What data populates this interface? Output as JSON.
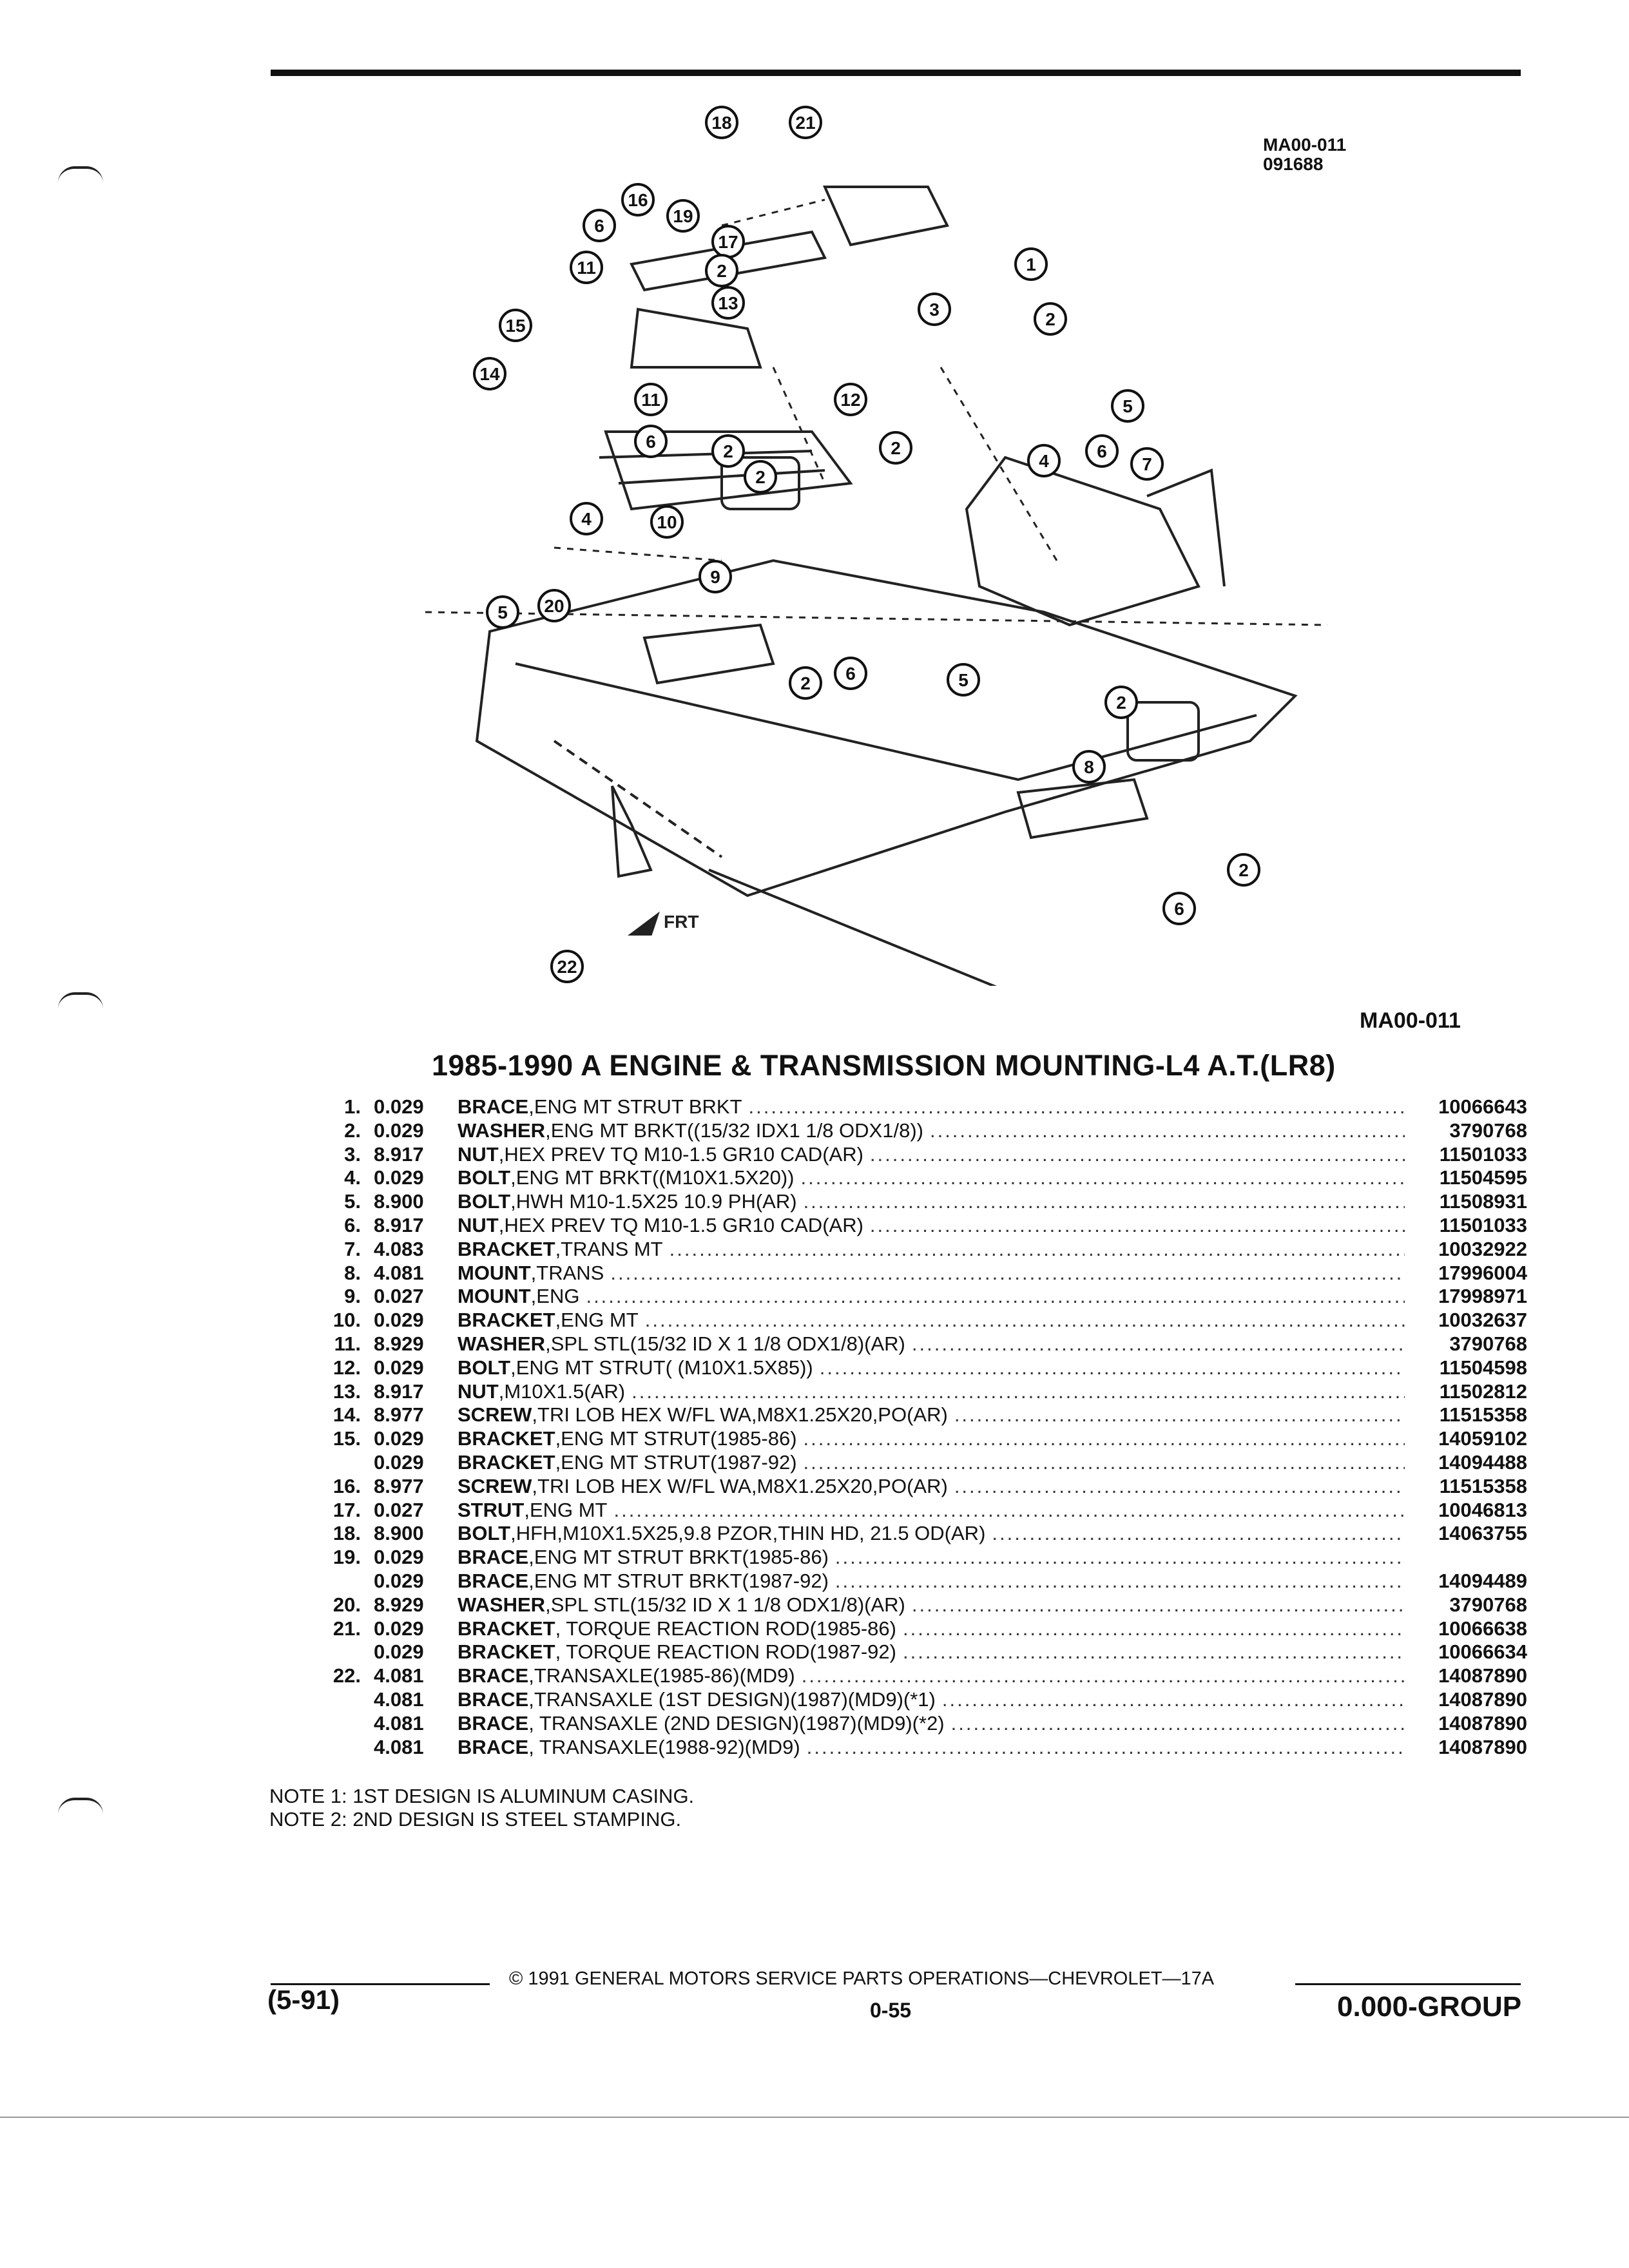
{
  "header": {
    "code_line1": "MA00-011",
    "code_line2": "091688"
  },
  "diagram": {
    "callouts": [
      "18",
      "21",
      "16",
      "6",
      "19",
      "17",
      "1",
      "11",
      "2",
      "13",
      "3",
      "2",
      "15",
      "14",
      "11",
      "12",
      "6",
      "2",
      "2",
      "4",
      "5",
      "6",
      "7",
      "4",
      "2",
      "10",
      "9",
      "5",
      "20",
      "2",
      "6",
      "5",
      "2",
      "8",
      "22",
      "2",
      "6"
    ],
    "direction_label": "FRT",
    "reference": "MA00-011"
  },
  "title": "1985-1990 A ENGINE & TRANSMISSION MOUNTING-L4 A.T.(LR8)",
  "parts": [
    {
      "num": "1.",
      "level": "0.029",
      "name": "BRACE",
      "spec": ",ENG MT STRUT BRKT",
      "part": "10066643"
    },
    {
      "num": "2.",
      "level": "0.029",
      "name": "WASHER",
      "spec": ",ENG MT BRKT((15/32 IDX1 1/8 ODX1/8))",
      "part": "3790768"
    },
    {
      "num": "3.",
      "level": "8.917",
      "name": "NUT",
      "spec": ",HEX PREV TQ M10-1.5 GR10 CAD(AR)",
      "part": "11501033"
    },
    {
      "num": "4.",
      "level": "0.029",
      "name": "BOLT",
      "spec": ",ENG MT BRKT((M10X1.5X20))",
      "part": "11504595"
    },
    {
      "num": "5.",
      "level": "8.900",
      "name": "BOLT",
      "spec": ",HWH M10-1.5X25 10.9 PH(AR)",
      "part": "11508931"
    },
    {
      "num": "6.",
      "level": "8.917",
      "name": "NUT",
      "spec": ",HEX PREV TQ M10-1.5 GR10 CAD(AR)",
      "part": "11501033"
    },
    {
      "num": "7.",
      "level": "4.083",
      "name": "BRACKET",
      "spec": ",TRANS MT",
      "part": "10032922"
    },
    {
      "num": "8.",
      "level": "4.081",
      "name": "MOUNT",
      "spec": ",TRANS",
      "part": "17996004"
    },
    {
      "num": "9.",
      "level": "0.027",
      "name": "MOUNT",
      "spec": ",ENG",
      "part": "17998971"
    },
    {
      "num": "10.",
      "level": "0.029",
      "name": "BRACKET",
      "spec": ",ENG MT",
      "part": "10032637"
    },
    {
      "num": "11.",
      "level": "8.929",
      "name": "WASHER",
      "spec": ",SPL STL(15/32 ID X 1 1/8 ODX1/8)(AR)",
      "part": "3790768"
    },
    {
      "num": "12.",
      "level": "0.029",
      "name": "BOLT",
      "spec": ",ENG MT STRUT( (M10X1.5X85))",
      "part": "11504598"
    },
    {
      "num": "13.",
      "level": "8.917",
      "name": "NUT",
      "spec": ",M10X1.5(AR)",
      "part": "11502812"
    },
    {
      "num": "14.",
      "level": "8.977",
      "name": "SCREW",
      "spec": ",TRI LOB HEX W/FL WA,M8X1.25X20,PO(AR)",
      "part": "11515358"
    },
    {
      "num": "15.",
      "level": "0.029",
      "name": "BRACKET",
      "spec": ",ENG MT STRUT(1985-86)",
      "part": "14059102"
    },
    {
      "num": "",
      "level": "0.029",
      "name": "BRACKET",
      "spec": ",ENG MT STRUT(1987-92)",
      "part": "14094488"
    },
    {
      "num": "16.",
      "level": "8.977",
      "name": "SCREW",
      "spec": ",TRI LOB HEX W/FL WA,M8X1.25X20,PO(AR)",
      "part": "11515358"
    },
    {
      "num": "17.",
      "level": "0.027",
      "name": "STRUT",
      "spec": ",ENG MT",
      "part": "10046813"
    },
    {
      "num": "18.",
      "level": "8.900",
      "name": "BOLT",
      "spec": ",HFH,M10X1.5X25,9.8 PZOR,THIN HD, 21.5 OD(AR)",
      "part": "14063755"
    },
    {
      "num": "19.",
      "level": "0.029",
      "name": "BRACE",
      "spec": ",ENG MT STRUT BRKT(1985-86)",
      "part": ""
    },
    {
      "num": "",
      "level": "0.029",
      "name": "BRACE",
      "spec": ",ENG MT STRUT BRKT(1987-92)",
      "part": "14094489"
    },
    {
      "num": "20.",
      "level": "8.929",
      "name": "WASHER",
      "spec": ",SPL STL(15/32 ID X 1 1/8 ODX1/8)(AR)",
      "part": "3790768"
    },
    {
      "num": "21.",
      "level": "0.029",
      "name": "BRACKET",
      "spec": ", TORQUE REACTION ROD(1985-86)",
      "part": "10066638"
    },
    {
      "num": "",
      "level": "0.029",
      "name": "BRACKET",
      "spec": ", TORQUE REACTION ROD(1987-92)",
      "part": "10066634"
    },
    {
      "num": "22.",
      "level": "4.081",
      "name": "BRACE",
      "spec": ",TRANSAXLE(1985-86)(MD9)",
      "part": "14087890"
    },
    {
      "num": "",
      "level": "4.081",
      "name": "BRACE",
      "spec": ",TRANSAXLE (1ST DESIGN)(1987)(MD9)(*1)",
      "part": "14087890"
    },
    {
      "num": "",
      "level": "4.081",
      "name": "BRACE",
      "spec": ", TRANSAXLE (2ND DESIGN)(1987)(MD9)(*2)",
      "part": "14087890"
    },
    {
      "num": "",
      "level": "4.081",
      "name": "BRACE",
      "spec": ", TRANSAXLE(1988-92)(MD9)",
      "part": "14087890"
    }
  ],
  "notes": [
    "NOTE  1:  1ST DESIGN IS ALUMINUM CASING.",
    "NOTE  2:  2ND DESIGN IS STEEL STAMPING."
  ],
  "footer": {
    "copyright": "© 1991 GENERAL MOTORS SERVICE PARTS OPERATIONS—CHEVROLET—17A",
    "page": "0-55",
    "date_code": "(5-91)",
    "group": "0.000-GROUP"
  }
}
